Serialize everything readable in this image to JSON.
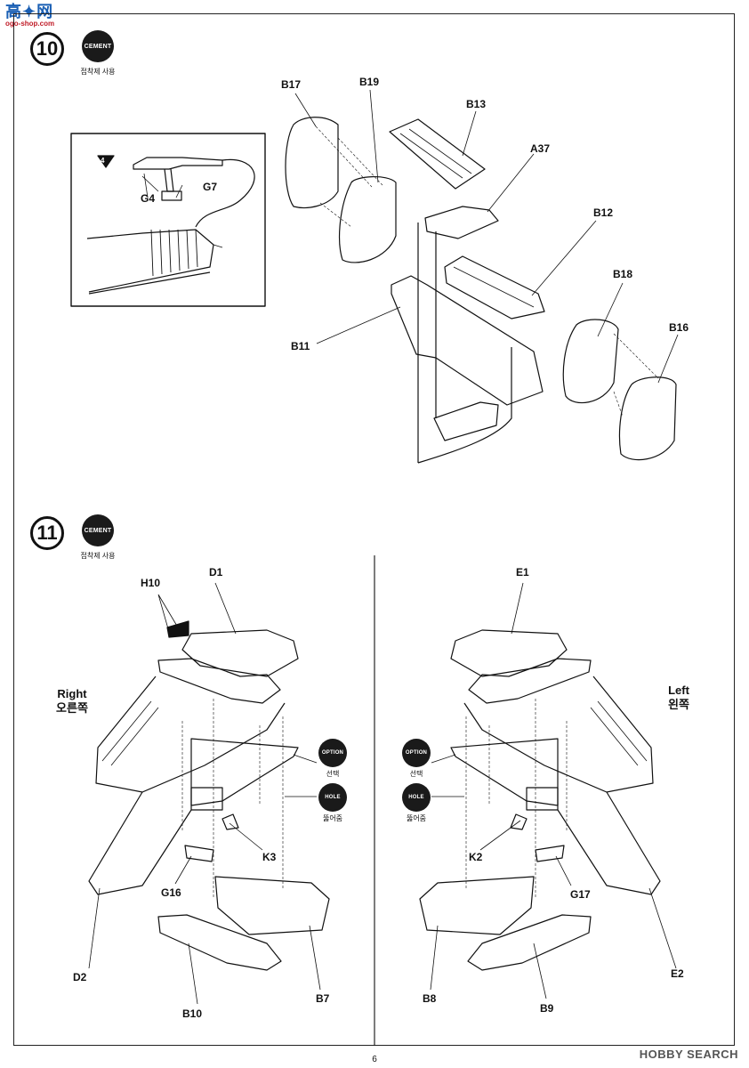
{
  "logo": {
    "main": "高✦网",
    "sub": "ogo-shop.com"
  },
  "step10": {
    "number": "10",
    "badge": "CEMENT",
    "caption": "접착제 사용",
    "inset": {
      "marker": "4",
      "parts": [
        "G4",
        "G7"
      ]
    },
    "parts": [
      "B17",
      "B19",
      "B13",
      "A37",
      "B12",
      "B18",
      "B16",
      "B11"
    ]
  },
  "step11": {
    "number": "11",
    "badge": "CEMENT",
    "caption": "접착제 사용",
    "right": {
      "label": "Right",
      "label_local": "오른쪽",
      "option_badge": "OPTION",
      "option_caption": "선택",
      "hole_badge": "HOLE",
      "hole_caption": "뚫어줌",
      "parts": [
        "H10",
        "D1",
        "K3",
        "G16",
        "D2",
        "B10",
        "B7"
      ]
    },
    "left": {
      "label": "Left",
      "label_local": "왼쪽",
      "option_badge": "OPTION",
      "option_caption": "선택",
      "hole_badge": "HOLE",
      "hole_caption": "뚫어줌",
      "parts": [
        "E1",
        "K2",
        "G17",
        "E2",
        "B8",
        "B9"
      ]
    }
  },
  "page_number": "6",
  "watermark": "HOBBY SEARCH"
}
